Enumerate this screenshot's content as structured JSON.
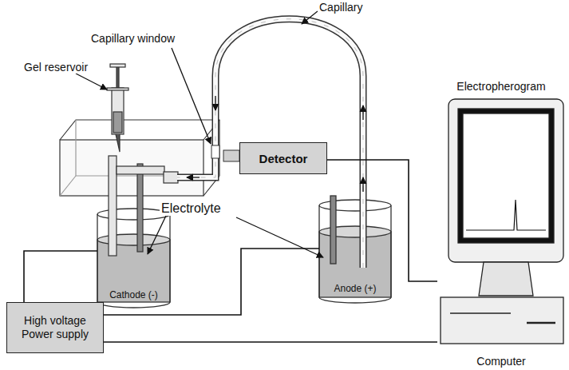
{
  "diagram": {
    "nodes": [
      {
        "text": [
          "Detector"
        ]
      },
      {
        "text": [
          "Cathode (-)"
        ]
      },
      {
        "text": [
          "Anode (+)"
        ]
      },
      {
        "text": [
          "Electropherogram",
          "Computer"
        ]
      },
      {
        "text": [
          "High voltage Power supply"
        ]
      }
    ],
    "edges": [
      {
        "from": 4,
        "to": 1,
        "arrow": "none"
      },
      {
        "from": 4,
        "to": 2,
        "arrow": "none"
      },
      {
        "from": 4,
        "to": 3,
        "arrow": "none"
      },
      {
        "from": 0,
        "to": 3,
        "arrow": "none"
      }
    ],
    "labels": [
      "Capillary",
      "Capillary window",
      "Gel reservoir",
      "Electrolyte"
    ]
  }
}
